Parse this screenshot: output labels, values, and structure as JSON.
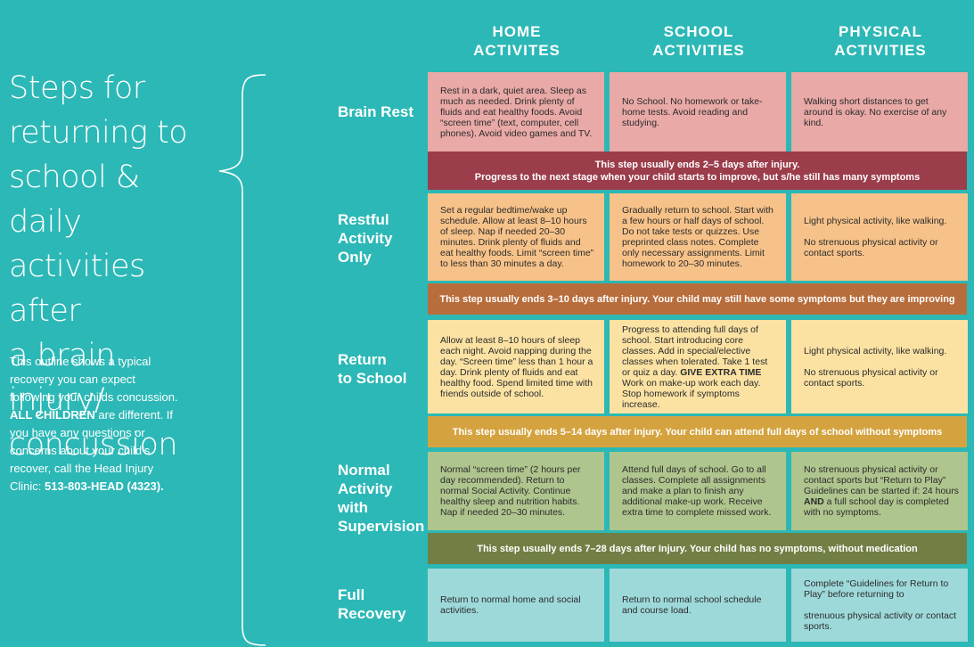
{
  "title": "Steps for\nreturning to\nschool & daily\nactivities after\na brain injury/\nconcussion",
  "description": {
    "part1": "This outline shows a typical recovery you can expect following your childs concussion. ",
    "bold1": "ALL CHILDREN",
    "part2": " are different. If you have any questions or concerns about your child’s recover, call the Head Injury Clinic: ",
    "bold2": "513-803-HEAD (4323)."
  },
  "columns": [
    "HOME\nACTIVITES",
    "SCHOOL\nACTIVITIES",
    "PHYSICAL\nACTIVITIES"
  ],
  "colors": {
    "background": "#2cb8b6",
    "brain_rest_cell": "#e8a9a7",
    "brain_rest_band": "#9b3d4b",
    "restful_cell": "#f7c289",
    "restful_band": "#b86d3c",
    "return_cell": "#fbe2a3",
    "return_band": "#d4a33f",
    "normal_cell": "#afc58e",
    "normal_band": "#717f45",
    "full_cell": "#9ed9da"
  },
  "rows": [
    {
      "label": "Brain Rest",
      "cells": [
        "Rest in a dark, quiet area. Sleep as much as needed. Drink plenty of fluids and eat healthy foods. Avoid “screen time” (text, computer, cell phones). Avoid video games and TV.",
        "No School. No homework or take-home tests. Avoid reading and studying.",
        "Walking short distances to get around is okay. No exercise of any kind."
      ],
      "band": "This step usually ends 2–5 days after injury.\nProgress to the next stage when your child starts to improve, but s/he still has many symptoms"
    },
    {
      "label": "Restful\nActivity\nOnly",
      "cells": [
        "Set a regular bedtime/wake up schedule. Allow at least 8–10 hours of sleep. Nap if needed 20–30 minutes. Drink plenty of fluids and eat healthy foods. Limit “screen time” to less than 30 minutes a day.",
        "Gradually return to school. Start with a few hours or half days of school. Do not take tests or quizzes. Use preprinted class notes. Complete only necessary assignments. Limit homework to 20–30 minutes.",
        "Light physical activity, like walking.\n\nNo strenuous physical activity or contact sports."
      ],
      "band": "This step usually ends 3–10 days after injury. Your child may still have some symptoms but they are improving"
    },
    {
      "label": "Return\nto School",
      "cells": [
        "Allow at least 8–10 hours of sleep each night. Avoid napping during the day. “Screen time” less than 1 hour a day. Drink plenty of fluids and eat healthy food. Spend limited time with friends outside of school.",
        "Progress to attending full days of school. Start introducing core classes. Add in special/elective classes when tolerated. Take 1 test or quiz a day. GIVE EXTRA TIME Work on make-up work each day. Stop homework if symptoms increase.",
        "Light physical activity, like walking.\n\nNo strenuous physical activity or contact sports."
      ],
      "band": "This step usually ends 5–14 days after injury. Your child can attend full days of school without symptoms"
    },
    {
      "label": "Normal\nActivity with\nSupervision",
      "cells": [
        "Normal “screen time” (2 hours per day recommended). Return to normal Social Activity. Continue healthy sleep and nutrition habits. Nap if needed 20–30 minutes.",
        "Attend full days of school. Go to all classes. Complete all assignments and make a plan to finish any additional make-up work. Receive extra time to complete missed work.",
        "No strenuous physical activity or contact sports but “Return to Play” Guidelines can be started if: 24 hours AND a full school day is completed with no symptoms."
      ],
      "band": "This step usually ends 7–28 days after Injury. Your child has no symptoms, without medication"
    },
    {
      "label": "Full\nRecovery",
      "cells": [
        "Return to normal home and social activities.",
        "Return to normal school schedule and course load.",
        "Complete “Guidelines for Return to Play” before returning to\n\nstrenuous physical activity or contact sports."
      ]
    }
  ]
}
